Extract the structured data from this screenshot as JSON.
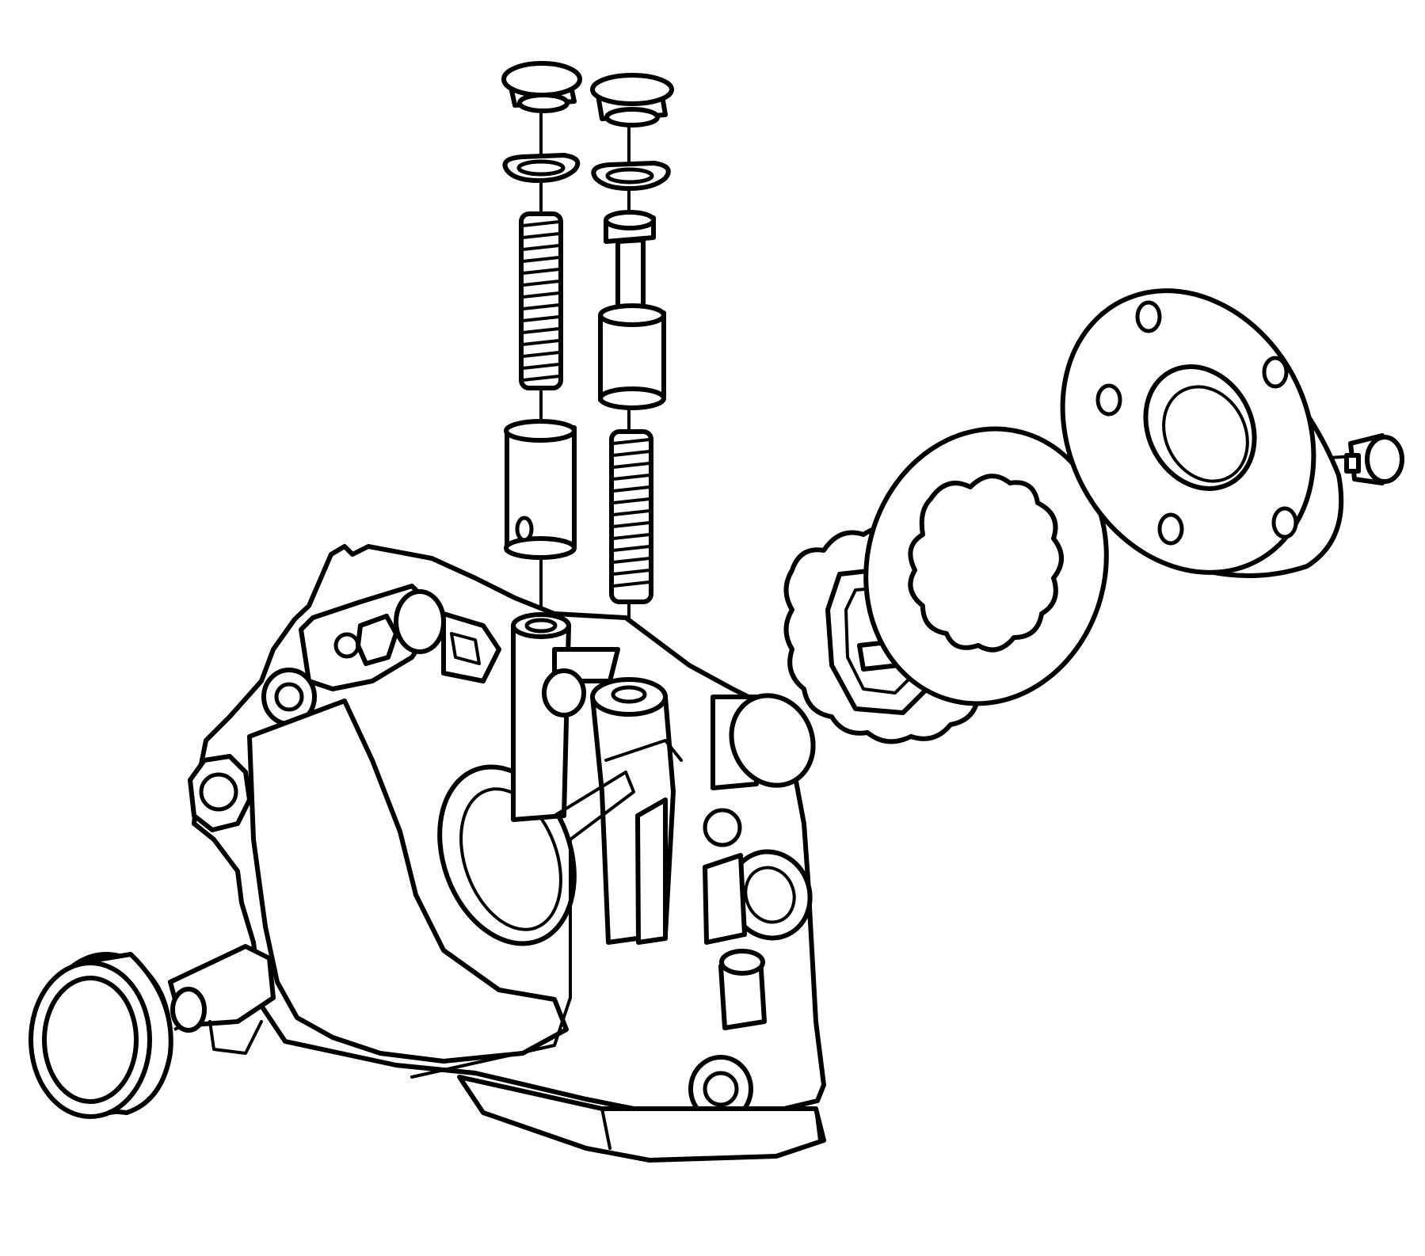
{
  "diagram": {
    "type": "exploded-view line drawing",
    "colors": {
      "line": "#000000",
      "background": "#ffffff"
    },
    "parts": [
      "oil-pump-housing",
      "crankshaft-front-seal",
      "outer-gerotor-gear",
      "inner-gerotor-gear",
      "pump-cover",
      "cover-screw",
      "pressure-relief-plug",
      "pressure-relief-retaining-ring",
      "pressure-relief-spring",
      "pressure-relief-valve",
      "regulator-plug",
      "regulator-retaining-ring",
      "regulator-spring-seat",
      "regulator-valve",
      "regulator-spring"
    ]
  }
}
